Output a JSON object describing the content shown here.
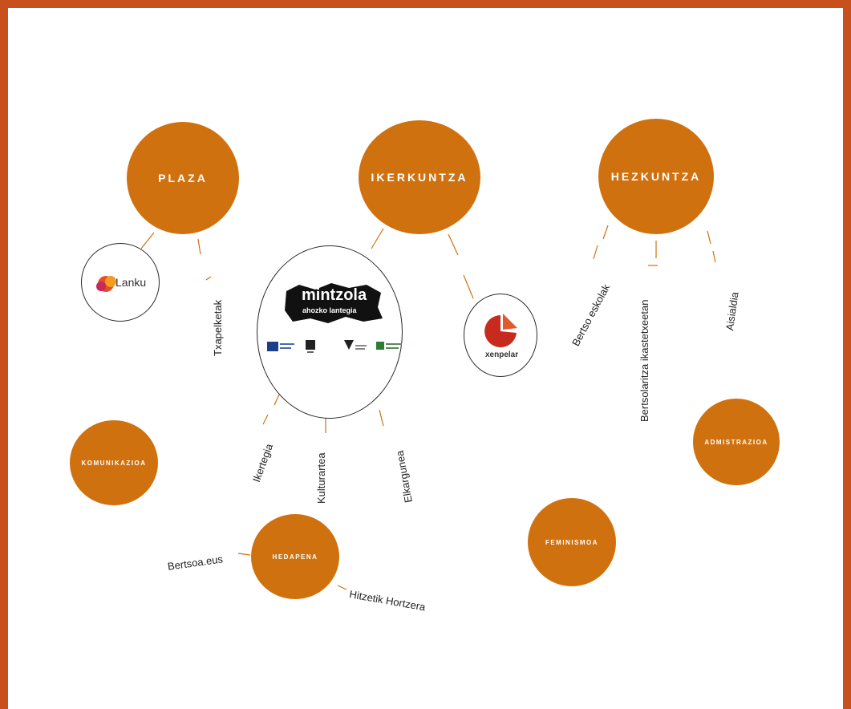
{
  "nodes": {
    "plaza": "PLAZA",
    "ikerkuntza": "IKERKUNTZA",
    "hezkuntza": "HEZKUNTZA",
    "komunikazioa": "KOMUNIKAZIOA",
    "admistrazioa": "ADMISTRAZIOA",
    "hedapena": "HEDAPENA",
    "feminismoa": "FEMINISMOA"
  },
  "logos": {
    "lanku": "Lanku",
    "mintzola_name": "mintzola",
    "mintzola_sub": "ahozko lantegia",
    "xenpelar": "xenpelar"
  },
  "labels": {
    "txapelketak": "Txapelketak",
    "ikertegia": "Ikertegia",
    "kulturartea": "Kulturartea",
    "elkargunea": "Elkargunea",
    "bertso_eskolak": "Bertso eskolak",
    "bertsolaritza_ikastetxeetan": "Bertsolaritza ikastetxeetan",
    "aisialdia": "Aisialdia",
    "bertsoa_eus": "Bertsoa.eus",
    "hitzetik_hortzera": "Hitzetik Hortzera"
  },
  "colors": {
    "frame": "#c8501c",
    "node": "#d07110",
    "connector": "#d07110"
  }
}
